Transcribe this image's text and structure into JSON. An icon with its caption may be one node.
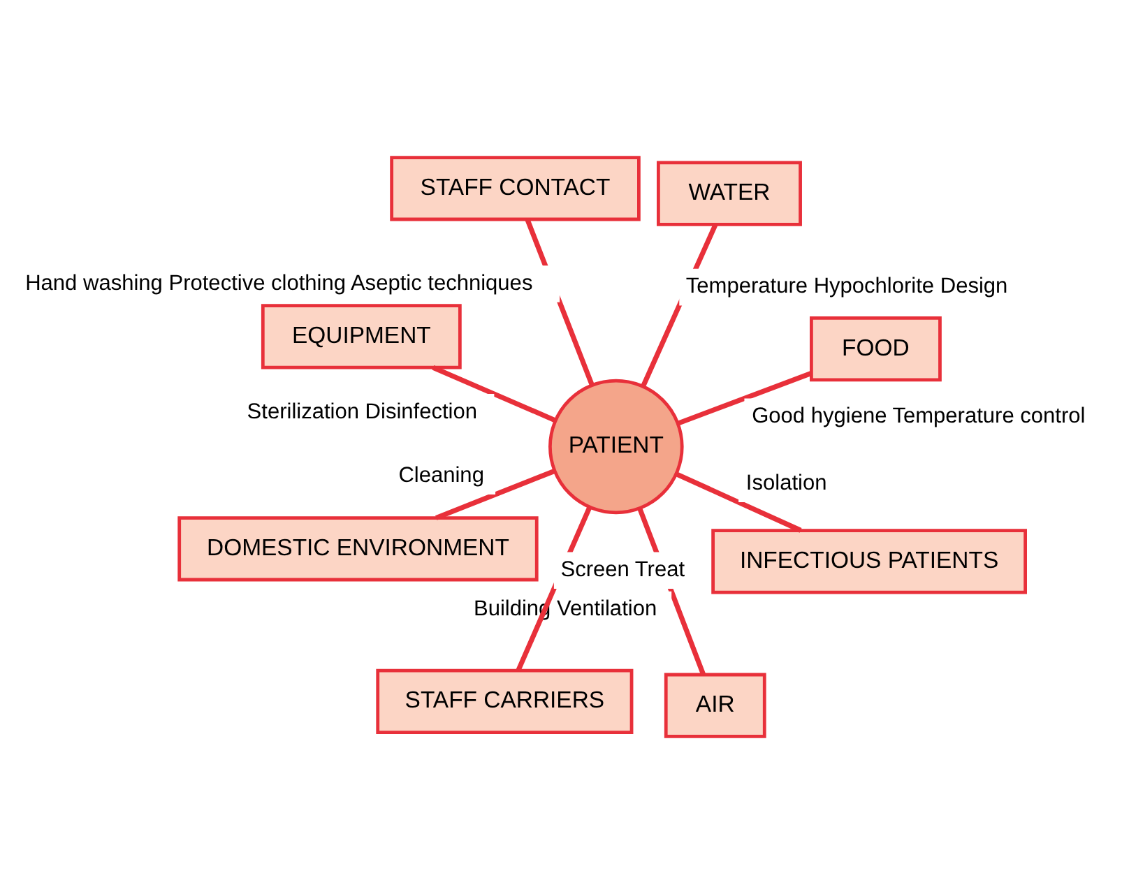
{
  "diagram": {
    "nodes": [
      {
        "text": [
          "WATER"
        ]
      },
      {
        "text": [
          "AIR"
        ]
      },
      {
        "text": [
          "INFECTIOUS PATIENTS"
        ]
      },
      {
        "text": [
          "DOMESTIC ENVIRONMENT"
        ]
      },
      {
        "text": [
          "PATIENT"
        ]
      },
      {
        "text": [
          "STAFF CARRIERS"
        ]
      },
      {
        "text": [
          "FOOD"
        ]
      },
      {
        "text": [
          "STAFF CONTACT"
        ]
      },
      {
        "text": [
          "EQUIPMENT"
        ]
      }
    ],
    "edges": [
      {
        "from": 0,
        "to": 4,
        "arrow": "none",
        "label": "Temperature Hypochlorite Design"
      },
      {
        "from": 1,
        "to": 4,
        "arrow": "none",
        "label": "Building Ventilation"
      },
      {
        "from": 2,
        "to": 4,
        "arrow": "none",
        "label": "Isolation"
      },
      {
        "from": 3,
        "to": 4,
        "arrow": "none",
        "label": "Cleaning"
      },
      {
        "from": 5,
        "to": 4,
        "arrow": "none",
        "label": "Screen Treat"
      },
      {
        "from": 6,
        "to": 4,
        "arrow": "none",
        "label": "Good hygiene Temperature control"
      },
      {
        "from": 7,
        "to": 4,
        "arrow": "none",
        "label": "Hand washing Protective clothing Aseptic techniques"
      },
      {
        "from": 8,
        "to": 4,
        "arrow": "none",
        "label": "Sterilization Disinfection"
      }
    ]
  }
}
